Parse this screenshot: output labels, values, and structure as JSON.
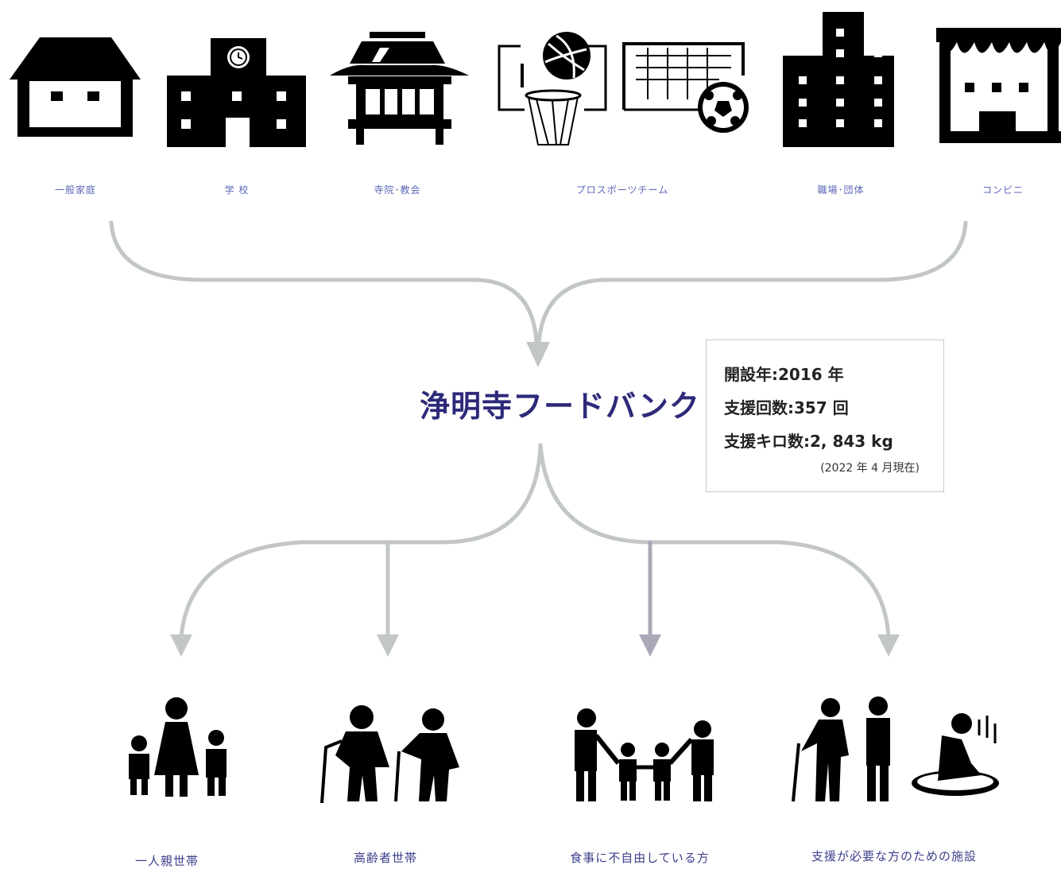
{
  "sources": [
    {
      "label": "一般家庭",
      "icon": "house-icon"
    },
    {
      "label": "学 校",
      "icon": "school-icon"
    },
    {
      "label": "寺院･教会",
      "icon": "temple-icon"
    },
    {
      "label": "プロスポーツチーム",
      "icon": "sports-icon"
    },
    {
      "label": "職場･団体",
      "icon": "office-building-icon"
    },
    {
      "label": "コンビニ",
      "icon": "convenience-store-icon"
    }
  ],
  "center": {
    "title": "浄明寺フードバンク"
  },
  "stats": {
    "line1": "開設年:2016 年",
    "line2": "支援回数:357 回",
    "line3": "支援キロ数:2, 843 kg",
    "note": "(2022 年 4 月現在)"
  },
  "recipients": [
    {
      "label": "一人親世帯",
      "icon": "single-parent-family-icon"
    },
    {
      "label": "高齢者世帯",
      "icon": "elderly-couple-icon"
    },
    {
      "label": "食事に不自由している方",
      "icon": "family-holding-hands-icon"
    },
    {
      "label": "支援が必要な方のための施設",
      "icon": "care-facility-icon"
    }
  ],
  "colors": {
    "flow_line": "#c2c7c6",
    "title": "#2d2a7a",
    "label": "#5a66b8"
  }
}
